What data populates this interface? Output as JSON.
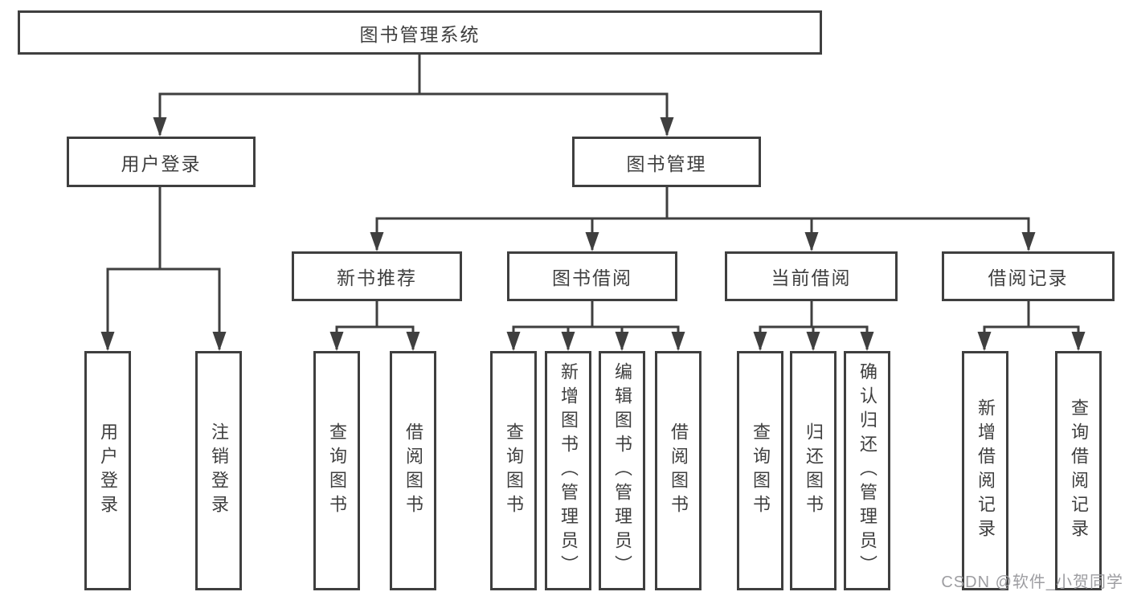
{
  "diagram": {
    "root": {
      "label": "图书管理系统"
    },
    "level2": [
      {
        "label": "用户登录"
      },
      {
        "label": "图书管理"
      }
    ],
    "level3": [
      {
        "label": "新书推荐"
      },
      {
        "label": "图书借阅"
      },
      {
        "label": "当前借阅"
      },
      {
        "label": "借阅记录"
      }
    ],
    "leaves": [
      {
        "label": "用户登录"
      },
      {
        "label": "注销登录"
      },
      {
        "label": "查询图书"
      },
      {
        "label": "借阅图书"
      },
      {
        "label": "查询图书"
      },
      {
        "label": "新增图书（管理员）"
      },
      {
        "label": "编辑图书（管理员）"
      },
      {
        "label": "借阅图书"
      },
      {
        "label": "查询图书"
      },
      {
        "label": "归还图书"
      },
      {
        "label": "确认归还（管理员）"
      },
      {
        "label": "新增借阅记录"
      },
      {
        "label": "查询借阅记录"
      }
    ]
  },
  "watermark": "CSDN @软件_小贺同学",
  "colors": {
    "line": "#3f3f3f",
    "text": "#3f3f3f",
    "watermark": "#9d9da1",
    "background": "#ffffff"
  }
}
